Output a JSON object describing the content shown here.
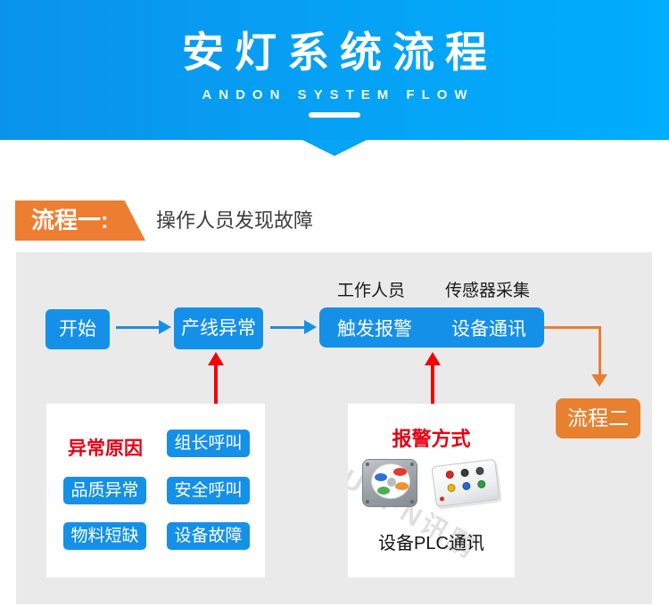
{
  "banner": {
    "title": "安灯系统流程",
    "subtitle": "ANDON SYSTEM FLOW"
  },
  "section": {
    "label": "流程一:",
    "description": "操作人员发现故障"
  },
  "flow": {
    "start": "开始",
    "line_abnormal": "产线异常",
    "bar": {
      "top_left_label": "工作人员",
      "top_right_label": "传感器采集",
      "left": "触发报警",
      "right": "设备通讯"
    },
    "next": "流程二"
  },
  "reason_box": {
    "title": "异常原因",
    "buttons": [
      "组长呼叫",
      "品质异常",
      "安全呼叫",
      "物料短缺",
      "设备故障"
    ]
  },
  "alarm_box": {
    "title": "报警方式",
    "caption": "设备PLC通讯",
    "watermark": "SUNPN讯鹏",
    "images": [
      "andon-call-box",
      "plc-control-box"
    ]
  },
  "colors": {
    "banner_gradient_left": "#0b93eb",
    "banner_gradient_right": "#00aefe",
    "accent_blue": "#1590e8",
    "accent_orange": "#ed7d31",
    "accent_red": "#e60012",
    "panel_gray": "#eaeaea"
  }
}
